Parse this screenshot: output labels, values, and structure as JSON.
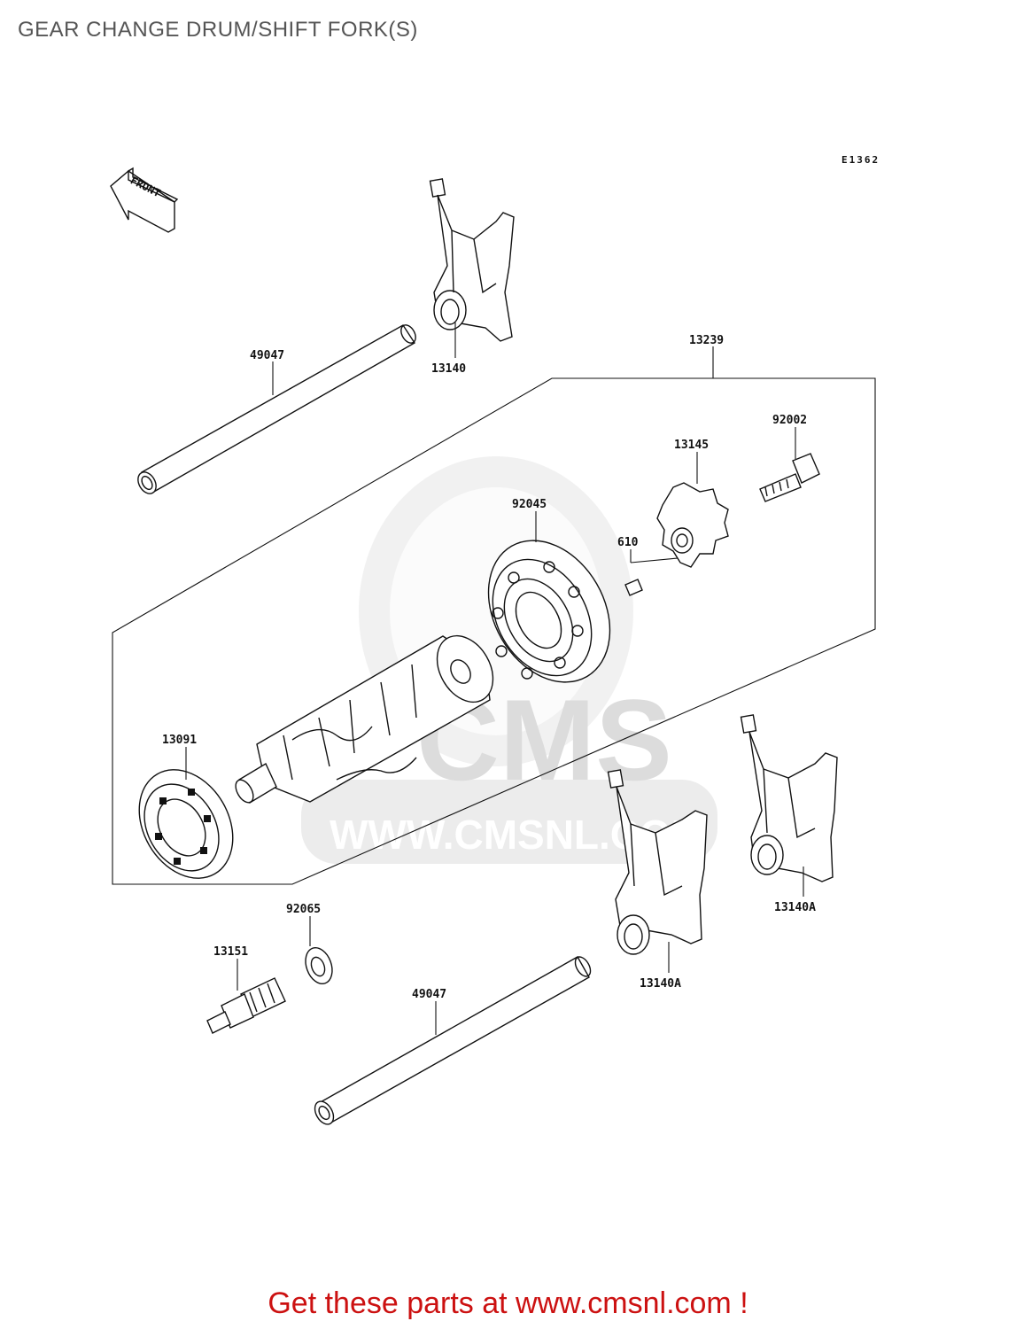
{
  "page": {
    "title": "GEAR CHANGE DRUM/SHIFT FORK(S)"
  },
  "diagram": {
    "ref_code": "E1362",
    "front_badge": "FRONT",
    "watermark": {
      "brand": "CMS",
      "site": "WWW.CMSNL.COM"
    },
    "parts": [
      {
        "id": "49047_a",
        "number": "49047",
        "name": "shaft"
      },
      {
        "id": "13140",
        "number": "13140",
        "name": "shift fork"
      },
      {
        "id": "13239",
        "number": "13239",
        "name": "drum assembly"
      },
      {
        "id": "92002",
        "number": "92002",
        "name": "bolt"
      },
      {
        "id": "13145",
        "number": "13145",
        "name": "pin holder"
      },
      {
        "id": "92045",
        "number": "92045",
        "name": "bearing"
      },
      {
        "id": "610",
        "number": "610",
        "name": "pin"
      },
      {
        "id": "13091",
        "number": "13091",
        "name": "bearing"
      },
      {
        "id": "92065",
        "number": "92065",
        "name": "washer"
      },
      {
        "id": "13151",
        "number": "13151",
        "name": "switch"
      },
      {
        "id": "49047_b",
        "number": "49047",
        "name": "shaft"
      },
      {
        "id": "13140A_a",
        "number": "13140A",
        "name": "shift fork"
      },
      {
        "id": "13140A_b",
        "number": "13140A",
        "name": "shift fork"
      }
    ]
  },
  "footer": {
    "text": "Get these parts at www.cmsnl.com !"
  }
}
